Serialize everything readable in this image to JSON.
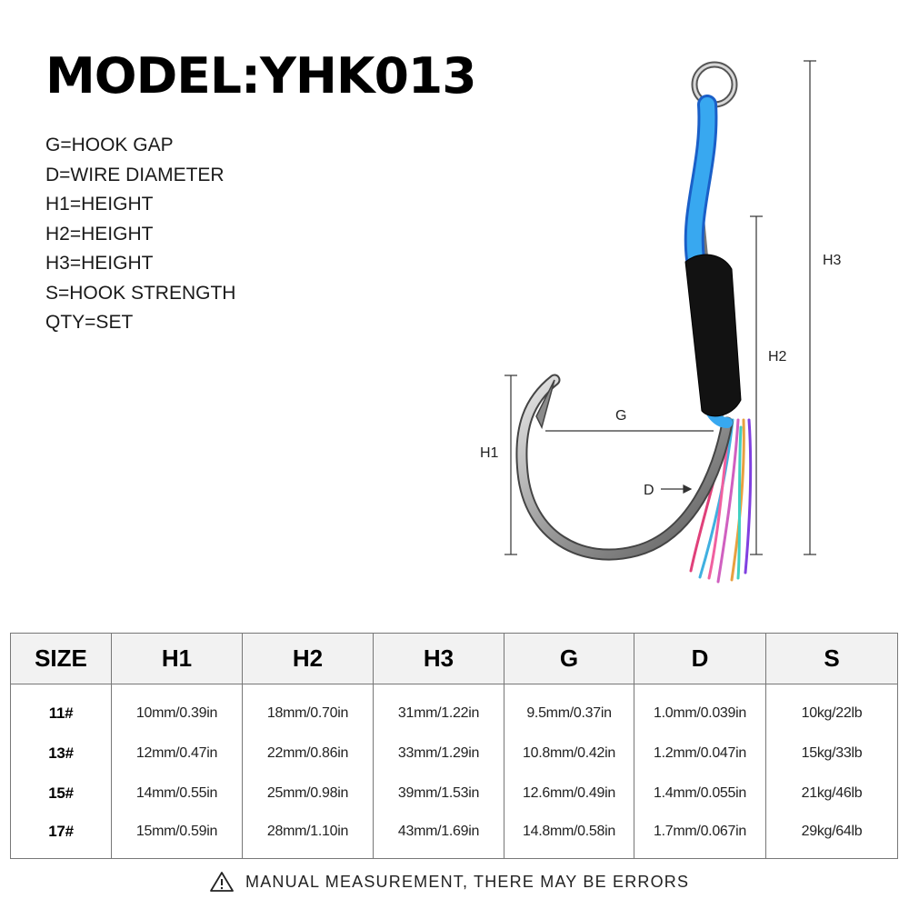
{
  "title": "MODEL:YHK013",
  "legend": [
    "G=HOOK GAP",
    "D=WIRE DIAMETER",
    "H1=HEIGHT",
    "H2=HEIGHT",
    "H3=HEIGHT",
    "S=HOOK STRENGTH",
    "QTY=SET"
  ],
  "diagram": {
    "h1": "H1",
    "h2": "H2",
    "h3": "H3",
    "g": "G",
    "d": "D"
  },
  "table": {
    "headers": [
      "SIZE",
      "H1",
      "H2",
      "H3",
      "G",
      "D",
      "S"
    ],
    "rows": [
      [
        "11#",
        "10mm/0.39in",
        "18mm/0.70in",
        "31mm/1.22in",
        "9.5mm/0.37in",
        "1.0mm/0.039in",
        "10kg/22lb"
      ],
      [
        "13#",
        "12mm/0.47in",
        "22mm/0.86in",
        "33mm/1.29in",
        "10.8mm/0.42in",
        "1.2mm/0.047in",
        "15kg/33lb"
      ],
      [
        "15#",
        "14mm/0.55in",
        "25mm/0.98in",
        "39mm/1.53in",
        "12.6mm/0.49in",
        "1.4mm/0.055in",
        "21kg/46lb"
      ],
      [
        "17#",
        "15mm/0.59in",
        "28mm/1.10in",
        "43mm/1.69in",
        "14.8mm/0.58in",
        "1.7mm/0.067in",
        "29kg/64lb"
      ]
    ]
  },
  "footer": {
    "text": "MANUAL MEASUREMENT, THERE MAY BE ERRORS",
    "icon": "warning-icon"
  }
}
